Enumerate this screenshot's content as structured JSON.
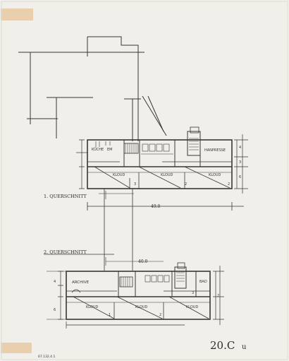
{
  "drawing": {
    "sheet_number": "20.C",
    "sheet_suffix": "u",
    "archive_stamp": "67.132.4.1"
  },
  "upper_plan": {
    "section_label": "1. QUERSCHNITT",
    "dimension_length": "49.0",
    "rooms": [
      "KÜCHE",
      "EM",
      "HANPRESSE",
      "KLOUD",
      "KLOUD",
      "KLOUD"
    ],
    "room_numbers": [
      "3",
      "2",
      "2"
    ],
    "side_dimensions": [
      "4",
      "3",
      "6"
    ]
  },
  "lower_plan": {
    "section_label": "2. QUERSCHNITT",
    "dimension_length": "40.0",
    "rooms": [
      "ARCHIVE",
      "BAD",
      "KLOUD",
      "KLOUD",
      "KLOUD"
    ],
    "room_numbers": [
      "1",
      "2",
      "3"
    ],
    "side_dimensions": [
      "4",
      "6",
      "2"
    ]
  }
}
